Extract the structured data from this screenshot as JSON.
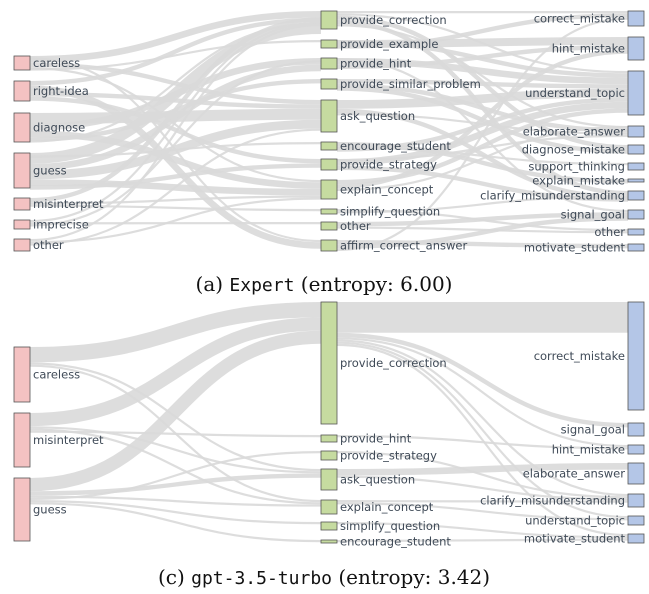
{
  "colors": {
    "left": "#f4c2c2",
    "mid": "#c6dba0",
    "right": "#b4c6e7",
    "flow": "#d9d9d9",
    "stroke": "#555555"
  },
  "diagrams": [
    {
      "caption_prefix": "(a) ",
      "caption_model": "Expert",
      "caption_suffix": " (entropy: 6.00)",
      "left_labels": [
        "careless",
        "right-idea",
        "diagnose",
        "guess",
        "misinterpret",
        "imprecise",
        "other"
      ],
      "mid_labels": [
        "provide_correction",
        "provide_example",
        "provide_hint",
        "provide_similar_problem",
        "ask_question",
        "encourage_student",
        "provide_strategy",
        "explain_concept",
        "simplify_question",
        "other",
        "affirm_correct_answer"
      ],
      "right_labels": [
        "correct_mistake",
        "hint_mistake",
        "understand_topic",
        "elaborate_answer",
        "diagnose_mistake",
        "support_thinking",
        "explain_mistake",
        "clarify_misunderstanding",
        "signal_goal",
        "other",
        "motivate_student"
      ],
      "links": [
        [
          0,
          0,
          3
        ],
        [
          0,
          4,
          2
        ],
        [
          0,
          7,
          1
        ],
        [
          0,
          1,
          1
        ],
        [
          0,
          10,
          1
        ],
        [
          1,
          0,
          2
        ],
        [
          1,
          10,
          3
        ],
        [
          1,
          4,
          2
        ],
        [
          1,
          6,
          2
        ],
        [
          2,
          4,
          5
        ],
        [
          2,
          2,
          3
        ],
        [
          2,
          7,
          3
        ],
        [
          2,
          3,
          2
        ],
        [
          2,
          0,
          1
        ],
        [
          3,
          0,
          5
        ],
        [
          3,
          2,
          3
        ],
        [
          3,
          4,
          4
        ],
        [
          3,
          7,
          3
        ],
        [
          3,
          6,
          2
        ],
        [
          3,
          5,
          1
        ],
        [
          4,
          0,
          2
        ],
        [
          4,
          7,
          1
        ],
        [
          4,
          8,
          1
        ],
        [
          5,
          0,
          1
        ],
        [
          5,
          9,
          1
        ],
        [
          5,
          2,
          1
        ],
        [
          6,
          0,
          1
        ],
        [
          6,
          7,
          1
        ],
        [
          6,
          4,
          1
        ],
        [
          0,
          0,
          1,
          4
        ],
        [
          0,
          2,
          1,
          3
        ],
        [
          0,
          4,
          2,
          4
        ],
        [
          0,
          7,
          2,
          3
        ],
        [
          0,
          3,
          1,
          2
        ],
        [
          1,
          1,
          4
        ],
        [
          1,
          2,
          2
        ],
        [
          1,
          0,
          2
        ],
        [
          2,
          2,
          3
        ],
        [
          2,
          1,
          2
        ],
        [
          2,
          8,
          1
        ],
        [
          3,
          2,
          2
        ],
        [
          3,
          3,
          2
        ],
        [
          3,
          4,
          2
        ],
        [
          4,
          2,
          4
        ],
        [
          4,
          7,
          2
        ],
        [
          4,
          3,
          1
        ],
        [
          5,
          6,
          2
        ],
        [
          5,
          5,
          1
        ],
        [
          5,
          2,
          2
        ],
        [
          6,
          2,
          3
        ],
        [
          6,
          7,
          2
        ],
        [
          6,
          3,
          1
        ],
        [
          7,
          2,
          2
        ],
        [
          7,
          1,
          2
        ],
        [
          7,
          3,
          1
        ],
        [
          8,
          9,
          1
        ],
        [
          8,
          7,
          1
        ],
        [
          9,
          8,
          2
        ],
        [
          9,
          9,
          1
        ],
        [
          10,
          10,
          2
        ],
        [
          10,
          8,
          2
        ],
        [
          10,
          0,
          1
        ]
      ]
    },
    {
      "caption_prefix": "(c) ",
      "caption_model": "gpt-3.5-turbo",
      "caption_suffix": " (entropy: 3.42)",
      "left_labels": [
        "careless",
        "misinterpret",
        "guess"
      ],
      "mid_labels": [
        "provide_correction",
        "provide_hint",
        "provide_strategy",
        "ask_question",
        "explain_concept",
        "simplify_question",
        "encourage_student"
      ],
      "right_labels": [
        "correct_mistake",
        "signal_goal",
        "hint_mistake",
        "elaborate_answer",
        "clarify_misunderstanding",
        "understand_topic",
        "motivate_student"
      ],
      "links": [
        [
          0,
          0,
          7
        ],
        [
          0,
          3,
          1
        ],
        [
          0,
          4,
          1
        ],
        [
          1,
          0,
          6
        ],
        [
          1,
          3,
          1
        ],
        [
          1,
          4,
          1
        ],
        [
          1,
          1,
          1
        ],
        [
          2,
          0,
          6
        ],
        [
          2,
          3,
          2
        ],
        [
          2,
          4,
          1
        ],
        [
          2,
          2,
          1
        ],
        [
          2,
          5,
          1
        ],
        [
          2,
          6,
          1
        ],
        [
          0,
          0,
          14,
          4
        ],
        [
          0,
          1,
          2
        ],
        [
          0,
          2,
          1
        ],
        [
          0,
          4,
          1
        ],
        [
          0,
          5,
          1
        ],
        [
          0,
          6,
          1
        ],
        [
          1,
          2,
          1
        ],
        [
          2,
          4,
          1
        ],
        [
          3,
          3,
          3
        ],
        [
          3,
          4,
          1
        ],
        [
          4,
          4,
          1
        ],
        [
          4,
          5,
          1
        ],
        [
          5,
          6,
          1
        ],
        [
          6,
          6,
          1
        ]
      ]
    }
  ]
}
